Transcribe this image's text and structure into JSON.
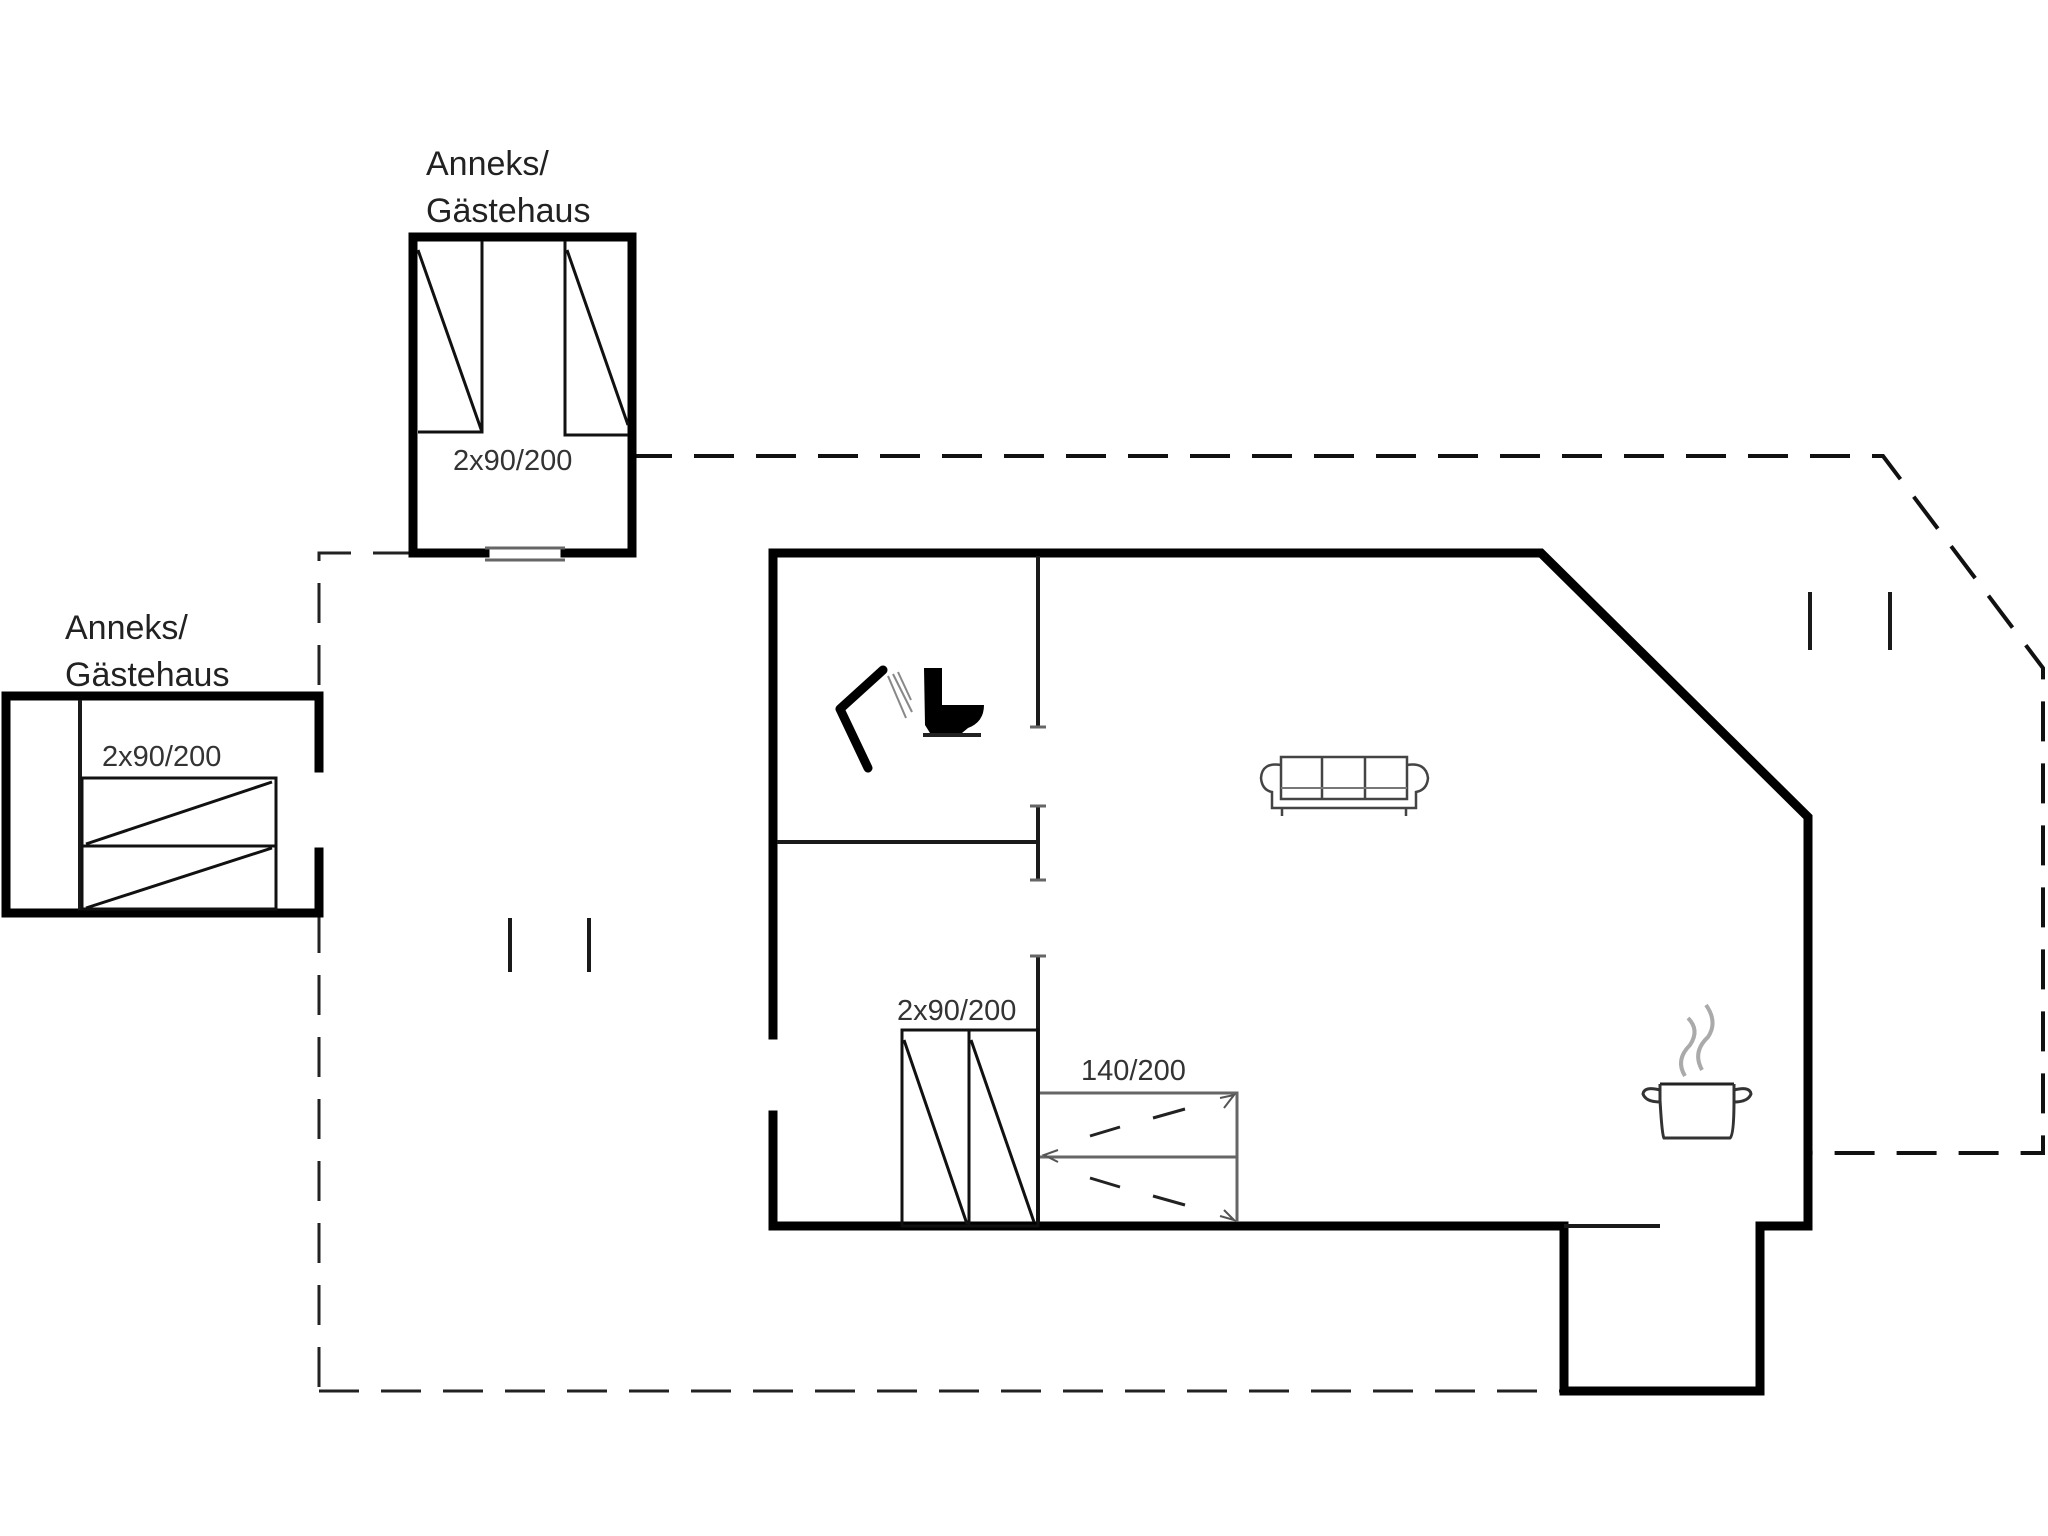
{
  "floorplan": {
    "annex_top": {
      "label_line1": "Anneks/",
      "label_line2": "Gästehaus",
      "bed_label": "2x90/200"
    },
    "annex_left": {
      "label_line1": "Anneks/",
      "label_line2": "Gästehaus",
      "bed_label": "2x90/200"
    },
    "main_house": {
      "bunk_bed_label": "2x90/200",
      "sofa_bed_label": "140/200",
      "icons": [
        "shower-icon",
        "toilet-icon",
        "sofa-icon",
        "cooking-pot-icon"
      ]
    },
    "colors": {
      "wall": "#000000",
      "background": "#ffffff",
      "furniture": "#666666"
    }
  }
}
